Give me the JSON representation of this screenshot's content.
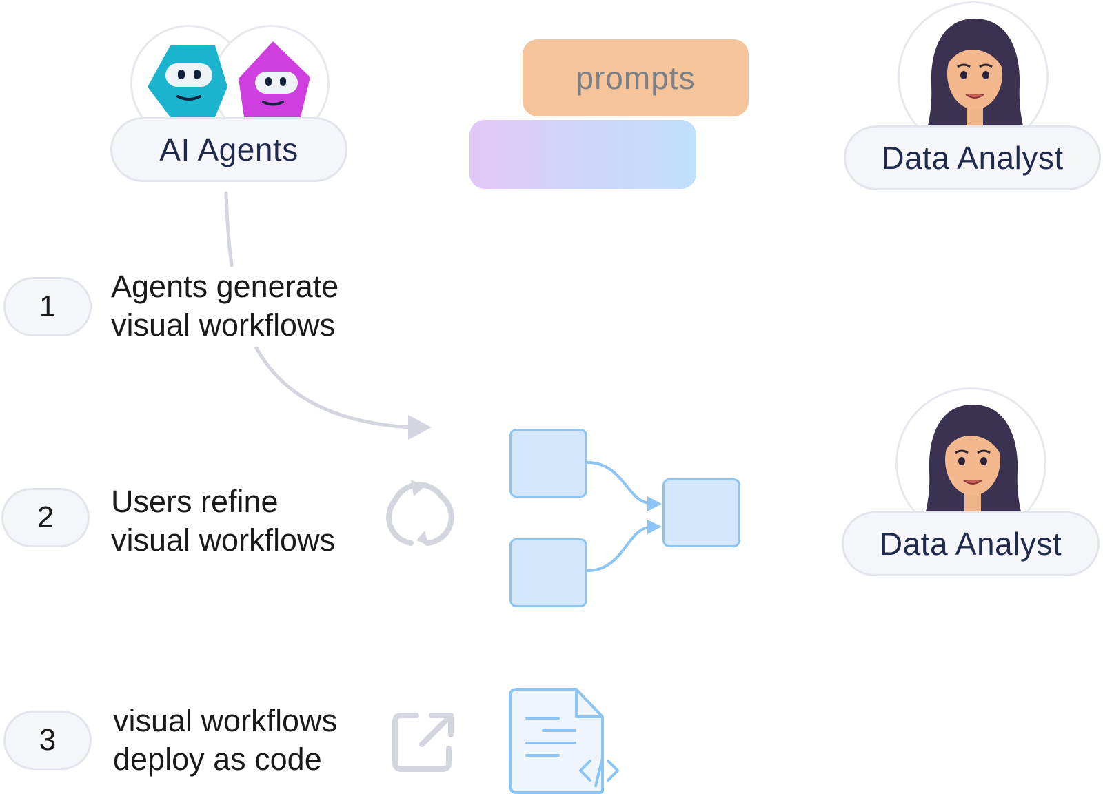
{
  "agents": {
    "label": "AI Agents",
    "icons": [
      "teal-robot-icon",
      "magenta-robot-icon"
    ]
  },
  "prompts": {
    "label": "prompts"
  },
  "analyst_top": {
    "label": "Data Analyst",
    "icon": "woman-avatar-icon"
  },
  "analyst_mid": {
    "label": "Data Analyst",
    "icon": "woman-avatar-icon"
  },
  "steps": [
    {
      "number": "1",
      "line1": "Agents generate",
      "line2": "visual workflows",
      "icon": "none"
    },
    {
      "number": "2",
      "line1": "Users refine",
      "line2": "visual workflows",
      "icon": "refresh-icon"
    },
    {
      "number": "3",
      "line1": "visual workflows",
      "line2": "deploy as code",
      "icon": "external-link-icon"
    }
  ],
  "colors": {
    "prompt_card": "#f5c49a",
    "gradient_start": "#e2c6f7",
    "gradient_end": "#bfe0fb",
    "flow_fill": "#d3e6fb",
    "flow_stroke": "#8cc4f3",
    "connector_gray": "#d3d6de",
    "robot_teal": "#1ab4cf",
    "robot_magenta": "#cf3fe0",
    "pill_text": "#1f2a4d"
  },
  "icons": {
    "workflow": "workflow-diagram-icon",
    "code_file": "code-file-icon"
  }
}
